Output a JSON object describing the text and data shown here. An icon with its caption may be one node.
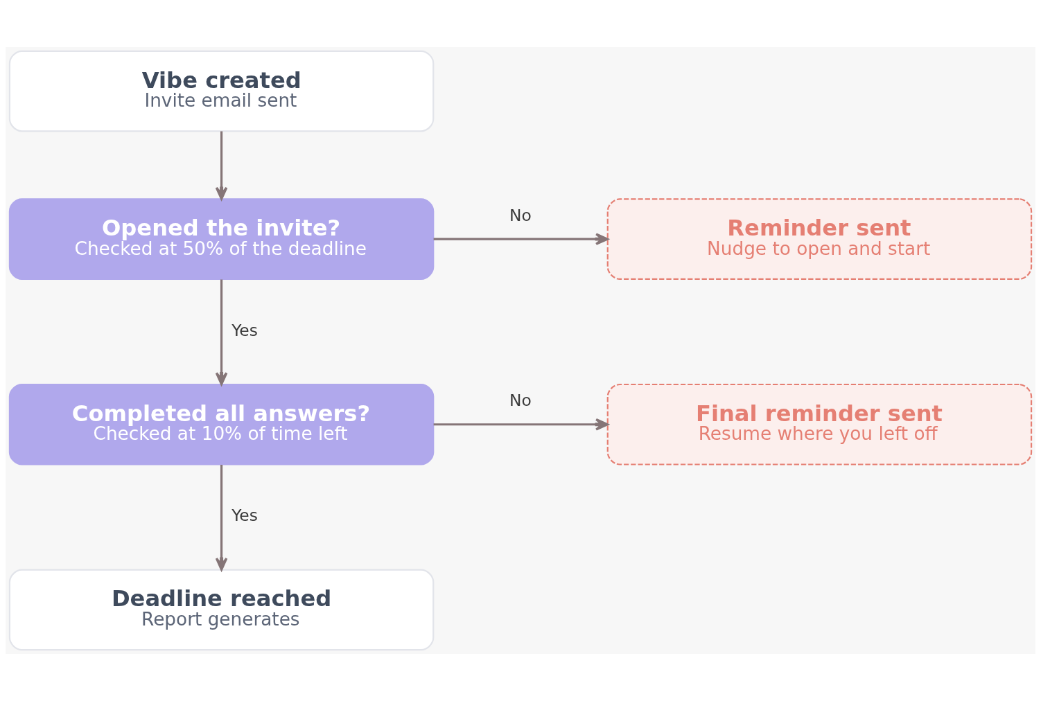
{
  "diagram": {
    "nodes": [
      {
        "text": [
          "Vibe created",
          "Invite email sent"
        ]
      },
      {
        "text": [
          "Opened the invite?",
          "Checked at 50% of the deadline"
        ]
      },
      {
        "text": [
          "Reminder sent",
          "Nudge to open and start"
        ]
      },
      {
        "text": [
          "Completed all answers?",
          "Checked at 10% of time left"
        ]
      },
      {
        "text": [
          "Final reminder sent",
          "Resume where you left off"
        ]
      },
      {
        "text": [
          "Deadline reached",
          "Report generates"
        ]
      }
    ],
    "edges": [
      {
        "from": 0,
        "to": 1,
        "arrow": "to"
      },
      {
        "from": 1,
        "to": 2,
        "arrow": "to",
        "label": "No"
      },
      {
        "from": 1,
        "to": 3,
        "arrow": "to",
        "label": "Yes"
      },
      {
        "from": 3,
        "to": 4,
        "arrow": "to",
        "label": "No"
      },
      {
        "from": 3,
        "to": 5,
        "arrow": "to",
        "label": "Yes"
      }
    ]
  }
}
